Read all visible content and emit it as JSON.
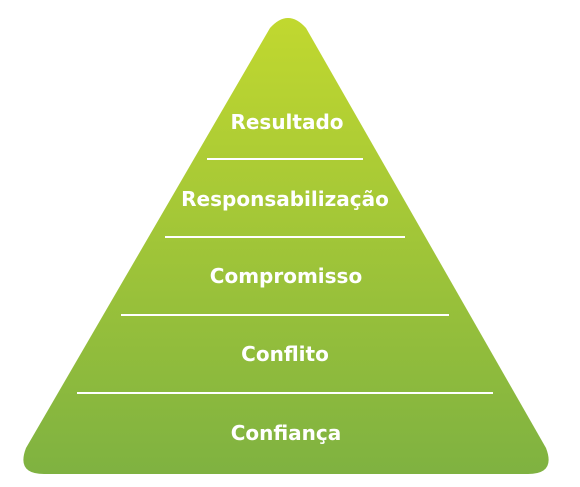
{
  "pyramid": {
    "levels": [
      {
        "label": "Resultado"
      },
      {
        "label": "Responsabilização"
      },
      {
        "label": "Compromisso"
      },
      {
        "label": "Conflito"
      },
      {
        "label": "Confiança"
      }
    ],
    "colors": {
      "top": "#c1d82f",
      "bottom": "#7fb241",
      "text": "#ffffff",
      "divider": "#ffffff"
    }
  }
}
